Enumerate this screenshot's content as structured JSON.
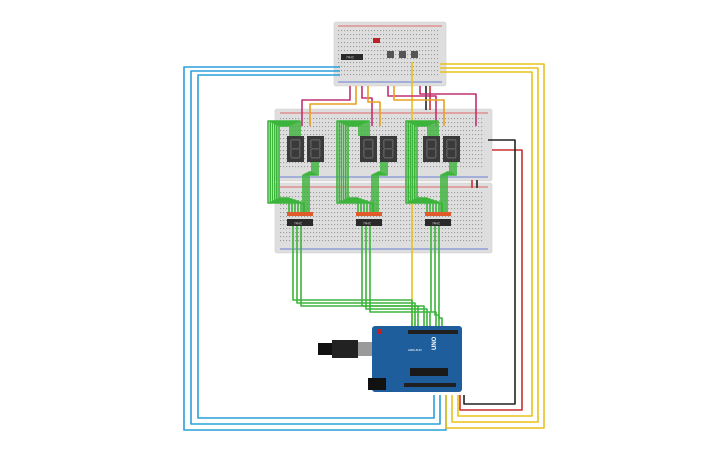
{
  "shift_registers": [
    {
      "id": "sr1",
      "label": "74HC"
    },
    {
      "id": "sr2",
      "label": "74HC"
    },
    {
      "id": "sr3",
      "label": "74HC"
    }
  ],
  "controller_chip": {
    "label": "74HC"
  },
  "arduino": {
    "brand": "UNO",
    "model": "ARDUINO",
    "colors": {
      "board": "#1f5e9c",
      "header": "#202020"
    }
  },
  "wire_colors": {
    "green": "#3cb43c",
    "blue": "#2aa0d8",
    "yellow": "#e8c21a",
    "red": "#c83030",
    "black": "#222222",
    "orange": "#e8a020",
    "magenta": "#c03070"
  },
  "displays": [
    {
      "id": "d1",
      "digits": 2
    },
    {
      "id": "d2",
      "digits": 2
    },
    {
      "id": "d3",
      "digits": 2
    }
  ]
}
